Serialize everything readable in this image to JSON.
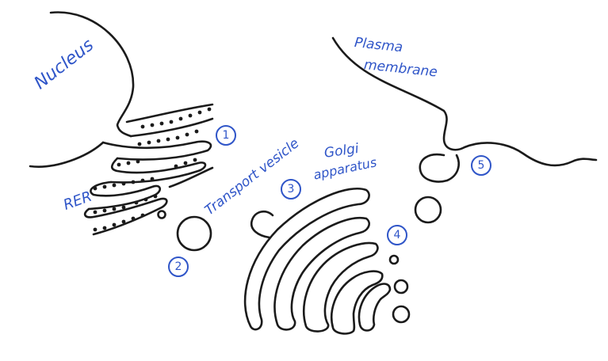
{
  "labels": {
    "nucleus": "Nucleus",
    "rer": "RER",
    "transport_vesicle": "Transport vesicle",
    "golgi_line1": "Golgi",
    "golgi_line2": "apparatus",
    "plasma_line1": "Plasma",
    "plasma_line2": "membrane"
  },
  "steps": [
    "1",
    "2",
    "3",
    "4",
    "5"
  ],
  "colors": {
    "ink": "#1b1b1b",
    "label": "#2f55c8",
    "background": "#ffffff"
  }
}
